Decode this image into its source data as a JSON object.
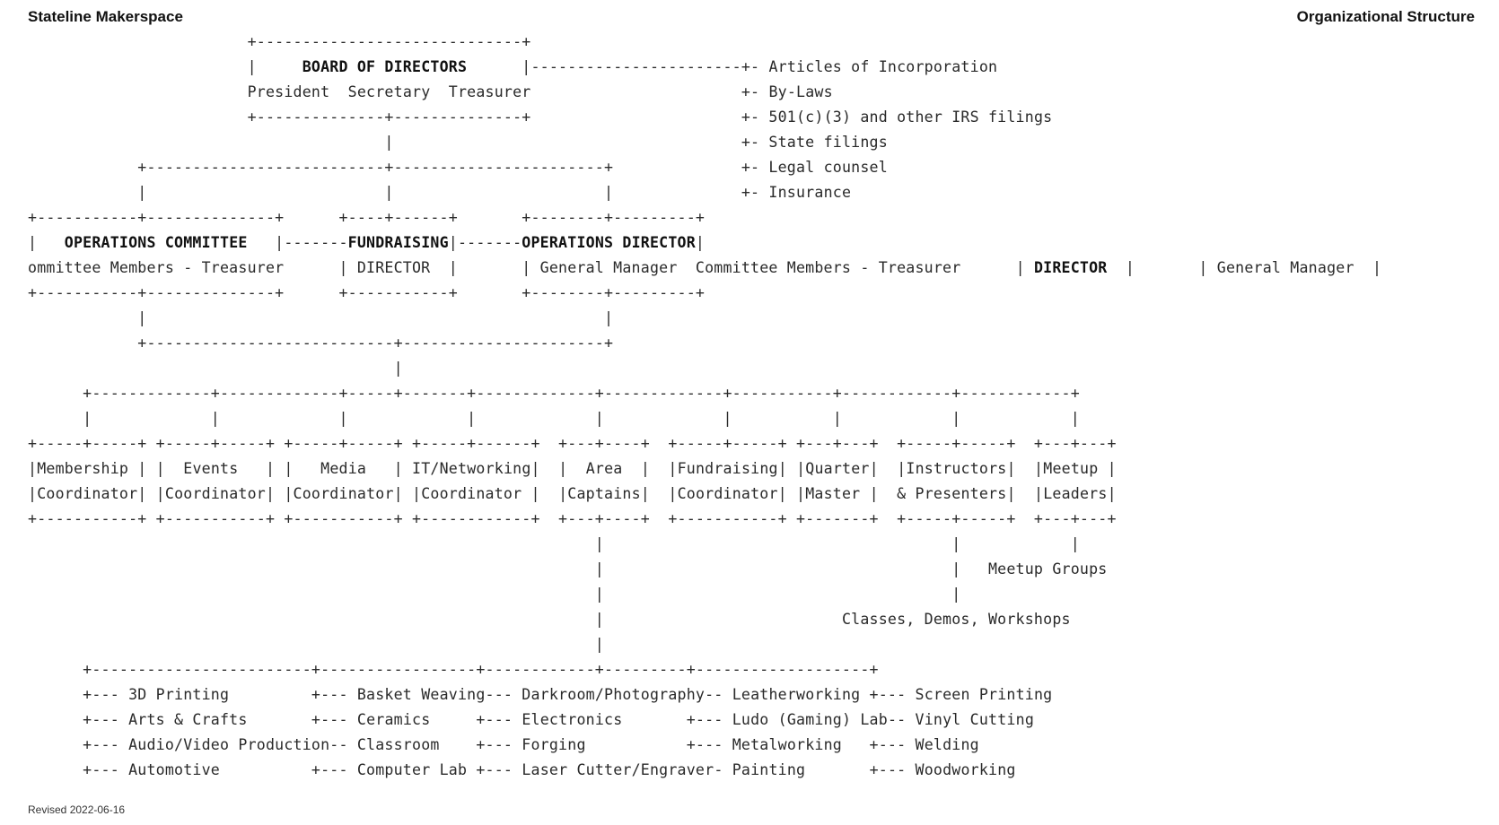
{
  "header": {
    "left_title": "Stateline Makerspace",
    "right_title": "Organizational Structure"
  },
  "footer": {
    "revised": "Revised 2022-06-16"
  },
  "board": {
    "title": "BOARD OF DIRECTORS",
    "officers": "President  Secretary  Treasurer",
    "documents": [
      "Articles of Incorporation",
      "By-Laws",
      "501(c)(3) and other IRS filings",
      "State filings",
      "Legal counsel",
      "Insurance"
    ]
  },
  "operations_committee": {
    "title": "OPERATIONS COMMITTEE",
    "subtitle": "Committee Members - Treasurer"
  },
  "fundraising_director": {
    "line1": "FUNDRAISING",
    "line2": "DIRECTOR"
  },
  "operations_director": {
    "title": "OPERATIONS DIRECTOR",
    "subtitle": "General Manager"
  },
  "roles": [
    {
      "line1": "Membership",
      "line2": "Coordinator"
    },
    {
      "line1": "Events",
      "line2": "Coordinator"
    },
    {
      "line1": "Media",
      "line2": "Coordinator"
    },
    {
      "line1": "IT/Networking",
      "line2": "Coordinator"
    },
    {
      "line1": "Area",
      "line2": "Captains"
    },
    {
      "line1": "Fundraising",
      "line2": "Coordinator"
    },
    {
      "line1": "Quarter",
      "line2": "Master"
    },
    {
      "line1": "Instructors",
      "line2": "& Presenters"
    },
    {
      "line1": "Meetup",
      "line2": "Leaders"
    }
  ],
  "meetup_groups": "Meetup Groups",
  "classes": "Classes, Demos, Workshops",
  "areas": [
    [
      "3D Printing",
      "Basket Weaving",
      "Darkroom/Photography",
      "Leatherworking",
      "Screen Printing"
    ],
    [
      "Arts & Crafts",
      "Ceramics",
      "Electronics",
      "Ludo (Gaming) Lab",
      "Vinyl Cutting"
    ],
    [
      "Audio/Video Production",
      "Classroom",
      "Forging",
      "Metalworking",
      "Welding"
    ],
    [
      "Automotive",
      "Computer Lab",
      "Laser Cutter/Engraver",
      "Painting",
      "Woodworking"
    ]
  ]
}
